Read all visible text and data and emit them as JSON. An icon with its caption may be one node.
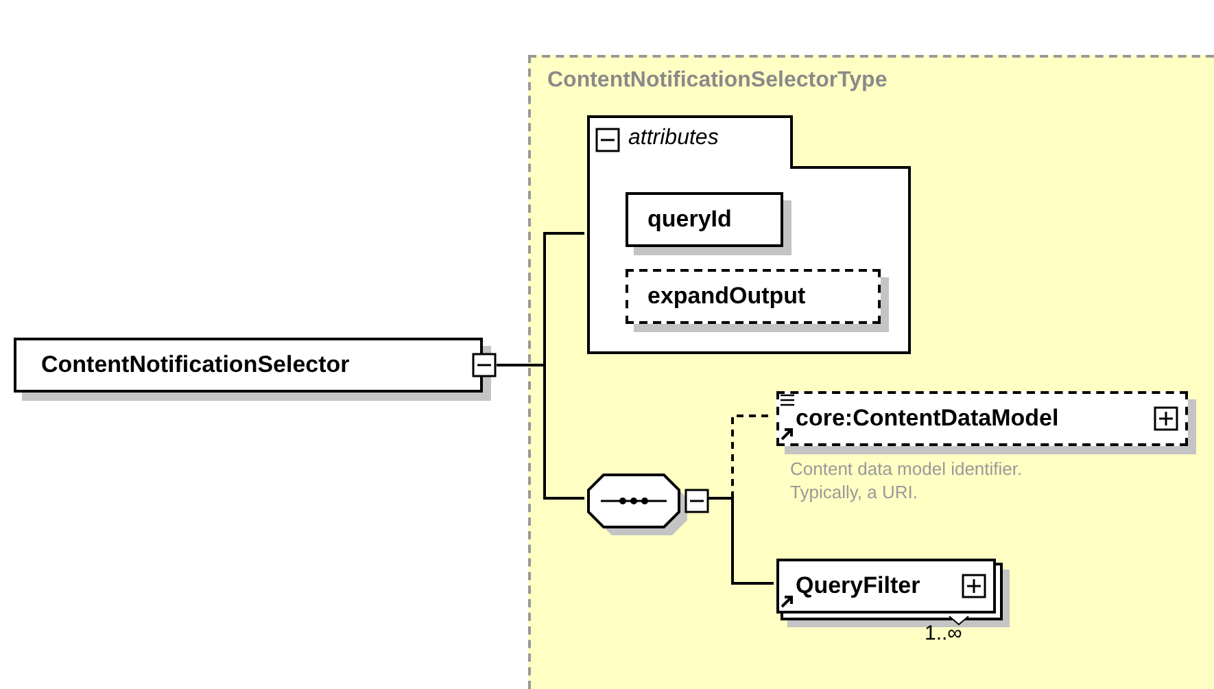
{
  "diagram": {
    "nodes": [
      {
        "text": [
          "ContentNotificationSelectorType"
        ]
      },
      {
        "text": [
          "ContentNotificationSelector"
        ]
      },
      {
        "text": [
          "attributes"
        ],
        "in": 0
      },
      {
        "text": [
          "queryId"
        ],
        "in": 2
      },
      {
        "text": [
          "expandOutput"
        ],
        "in": 2
      },
      {
        "text": [],
        "shape": "octagon",
        "in": 0
      },
      {
        "text": [
          "core:ContentDataModel"
        ],
        "in": 0,
        "beside": [
          "Content data model identifier. Typically, a URI."
        ]
      },
      {
        "text": [
          "QueryFilter"
        ],
        "in": 0,
        "beside": [
          "1..∞"
        ]
      }
    ],
    "edges": [
      {
        "from": 1,
        "to": 2,
        "arrow": "none"
      },
      {
        "from": 1,
        "to": 5,
        "arrow": "none"
      },
      {
        "from": 5,
        "to": 6,
        "arrow": "none",
        "style": "dashed"
      },
      {
        "from": 5,
        "to": 7,
        "arrow": "none"
      }
    ]
  }
}
